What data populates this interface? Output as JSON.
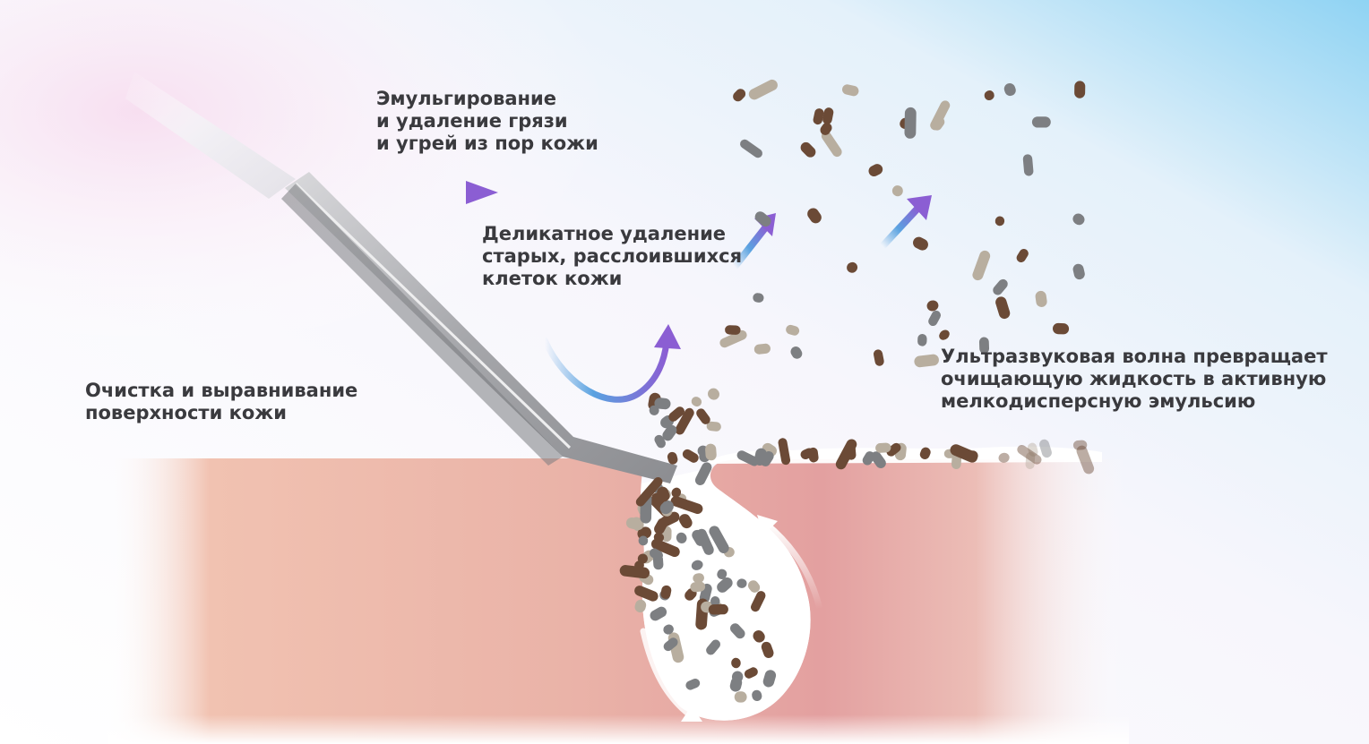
{
  "labels": {
    "emulsify": [
      "Эмульгирование",
      "и удаление грязи",
      "и угрей из пор кожи"
    ],
    "exfoliate": [
      "Деликатное удаление",
      "старых, расслоившихся",
      "клеток кожи"
    ],
    "surface": [
      "Очистка и выравнивание",
      "поверхности кожи"
    ],
    "wave": [
      "Ультразвуковая волна превращает",
      "очищающую жидкость в активную",
      "мелкодисперсную эмульсию"
    ]
  },
  "colors": {
    "text": "#3a3a3e",
    "skin_light": "#efb9a9",
    "skin_mid": "#e6a29b",
    "sky": "#9fd8f2",
    "arrow_blue": "#5aa2e0",
    "arrow_violet": "#8b5ed3",
    "particle_brown": "#6b4a36",
    "particle_gray": "#7d7f82",
    "particle_beige": "#b8ae9f"
  },
  "icons": [
    "spatula-icon",
    "arrow-right-icon",
    "arrow-up-right-icon",
    "arrow-curve-up-icon",
    "flow-arrow-icon"
  ]
}
